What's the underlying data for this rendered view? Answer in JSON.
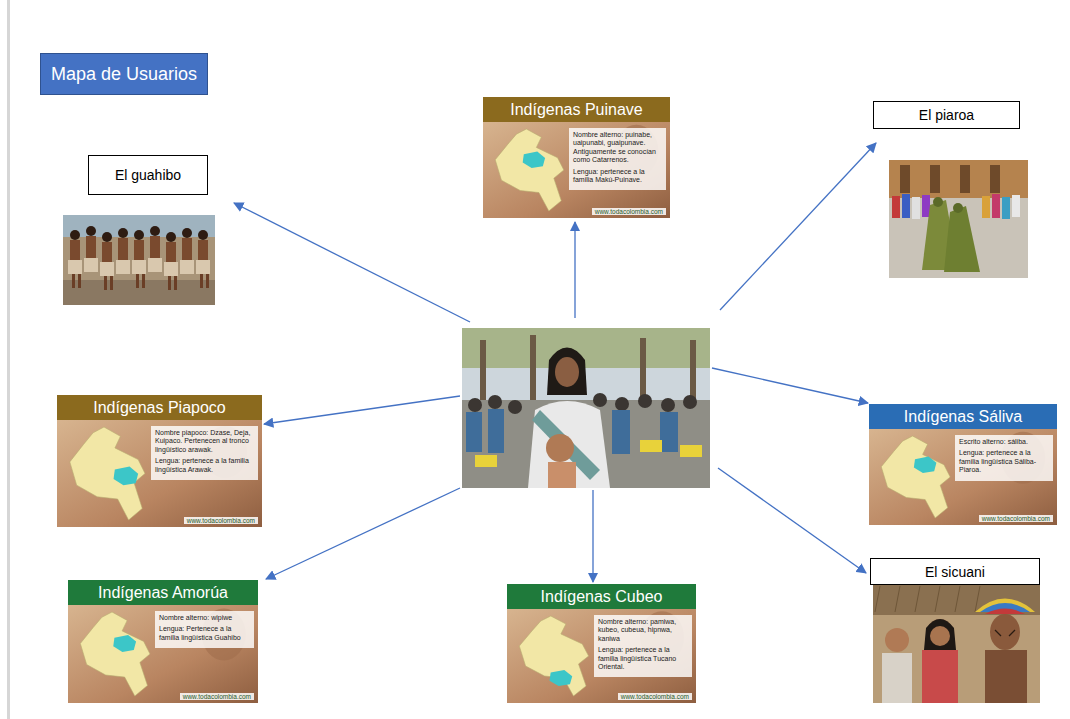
{
  "diagram": {
    "title": "Mapa de Usuarios",
    "nodes": [
      {
        "text": [
          "El guahibo"
        ]
      },
      {
        "text": [
          "Indígenas Puinave",
          "Nombre alterno: puinabe, uaipunabi, guaipunave. Antiguamente se conocían como Catarrenos.",
          "Lengua: pertenece a la familia Makú-Puinave.",
          "www.todacolombia.com"
        ]
      },
      {
        "text": [
          "El piaroa"
        ]
      },
      {
        "text": [
          "Indígenas Piapoco",
          "Nombre piapoco: Dzase, Deja, Kuipaco. Pertenecen al tronco lingüístico arawak.",
          "Lengua: pertenece a la familia lingüística Arawak.",
          "www.todacolombia.com"
        ]
      },
      {
        "text": [
          "Indígenas Sáliva",
          "Escrito alterno: sáliba.",
          "Lengua: pertenece a la familia lingüística Sáliba-Piaroa.",
          "www.todacolombia.com"
        ]
      },
      {
        "text": [
          "Indígenas Amorúa",
          "Nombre alterno: wipiwe",
          "Lengua: Pertenece a la familia lingüística Guahibo",
          "www.todacolombia.com"
        ]
      },
      {
        "text": [
          "Indígenas Cubeo",
          "Nombre alterno: pamiwa, kubeo, cubeua, hipnwa, kaniwa",
          "Lengua: pertenece a la familia lingüística Tucano Oriental.",
          "www.todacolombia.com"
        ]
      },
      {
        "text": [
          "El sicuani"
        ]
      }
    ]
  }
}
